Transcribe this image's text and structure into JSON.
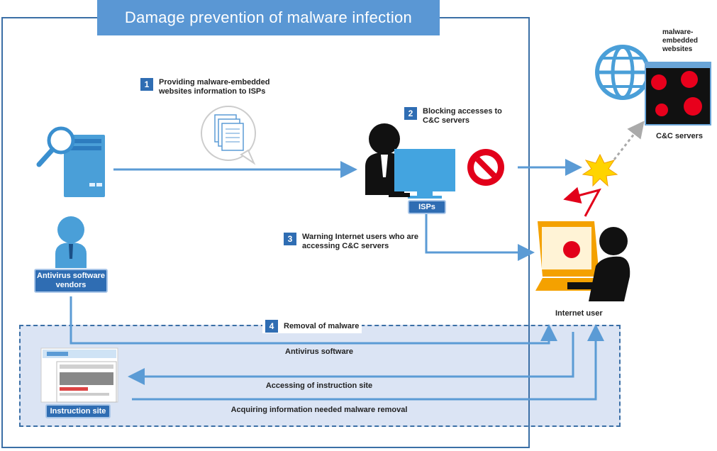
{
  "title": "Damage prevention of malware infection",
  "steps": [
    {
      "num": "1",
      "text": "Providing malware-embedded websites information to ISPs"
    },
    {
      "num": "2",
      "text": "Blocking accesses to C&C servers"
    },
    {
      "num": "3",
      "text": "Warning Internet users who are accessing C&C servers"
    },
    {
      "num": "4",
      "text": "Removal of malware"
    }
  ],
  "actors": {
    "av_vendors": "Antivirus software vendors",
    "isps": "ISPs",
    "internet_user": "Internet user",
    "instruction_site": "Instruction site",
    "cc_servers": "C&C servers",
    "malware_sites": "malware-embedded websites"
  },
  "flows": {
    "antivirus_software": "Antivirus software",
    "accessing_instruction": "Accessing of instruction site",
    "acquiring_info": "Acquiring information needed malware removal"
  },
  "colors": {
    "frame": "#3b6fa6",
    "accent": "#2f6db3",
    "arrow": "#5b9bd5",
    "block": "#e2001a",
    "warning": "#f4a100"
  }
}
